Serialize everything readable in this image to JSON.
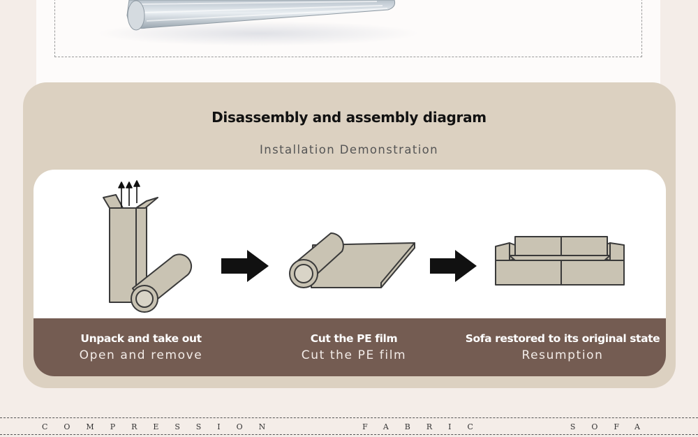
{
  "diagram": {
    "title": "Disassembly and assembly diagram",
    "subtitle": "Installation Demonstration",
    "steps": [
      {
        "title": "Unpack and take out",
        "subtitle": "Open and remove",
        "icon": "box-with-rolled-sofa-icon"
      },
      {
        "title": "Cut the PE film",
        "subtitle": "Cut the PE film",
        "icon": "unrolling-sofa-icon"
      },
      {
        "title": "Sofa restored to its original state",
        "subtitle": "Resumption",
        "icon": "restored-sofa-icon"
      }
    ],
    "arrows": [
      "arrow-right-icon",
      "arrow-right-icon"
    ]
  },
  "footer": {
    "tagline_words": [
      "COMPRESSION",
      "FABRIC",
      "SOFA"
    ]
  },
  "colors": {
    "card": "#dcd1c1",
    "band": "#745c52",
    "illustration_fill": "#c9c3b3",
    "illustration_stroke": "#3a3a3a",
    "arrow": "#111111"
  }
}
